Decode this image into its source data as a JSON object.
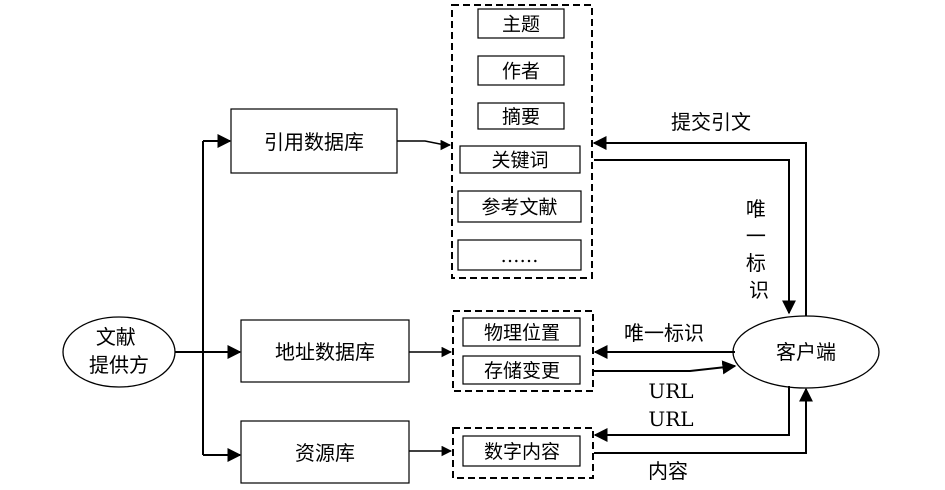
{
  "nodes": {
    "provider": "文献\n提供方",
    "citation_db": "引用数据库",
    "address_db": "地址数据库",
    "resource_db": "资源库",
    "client": "客户端"
  },
  "fields": [
    "主题",
    "作者",
    "摘要",
    "关键词",
    "参考文献",
    "……"
  ],
  "address_fields": [
    "物理位置",
    "存储变更"
  ],
  "resource_fields": [
    "数字内容"
  ],
  "edge_labels": {
    "submit_citation": "提交引文",
    "unique_id_vertical": "唯\n一\n标\n识",
    "unique_id": "唯一标识",
    "url_out": "URL",
    "url_in": "URL",
    "content": "内容"
  }
}
